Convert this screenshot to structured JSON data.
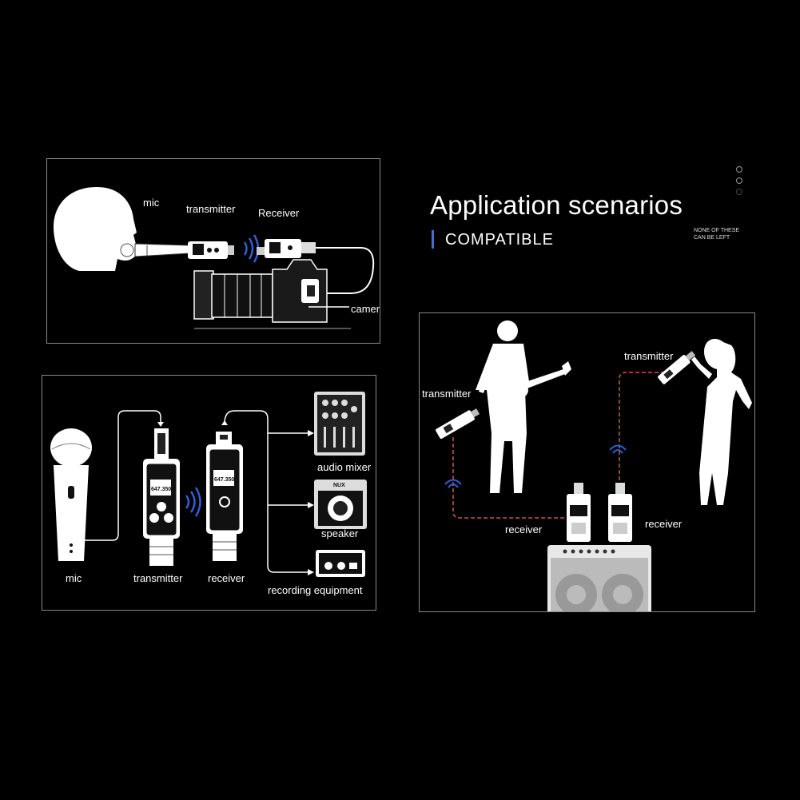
{
  "heading": {
    "title": "Application scenarios",
    "subtitle": "COMPATIBLE",
    "note_line1": "NONE OF THESE",
    "note_line2": "CAN BE LEFT"
  },
  "panel_camera": {
    "mic": "mic",
    "transmitter": "transmitter",
    "receiver": "Receiver",
    "camera": "camera"
  },
  "panel_chain": {
    "mic": "mic",
    "transmitter": "transmitter",
    "receiver": "receiver",
    "audio_mixer": "audio mixer",
    "speaker": "speaker",
    "recording": "recording equipment",
    "frequency": "647.350",
    "speaker_brand": "NUX"
  },
  "panel_stage": {
    "transmitter_left": "transmitter",
    "transmitter_right": "transmitter",
    "receiver_left": "receiver",
    "receiver_right": "receiver"
  },
  "colors": {
    "accent": "#3c6fd8",
    "signal": "#2f5fd0",
    "cable_dashed": "#b0473e"
  }
}
